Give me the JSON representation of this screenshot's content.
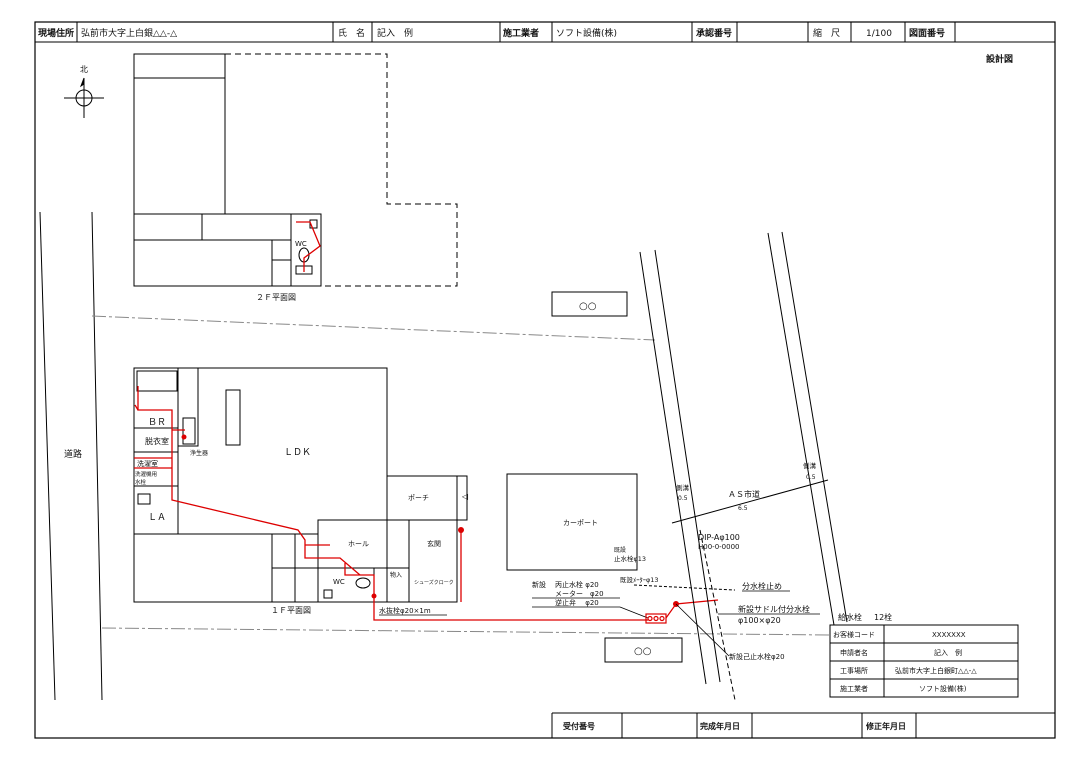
{
  "header": {
    "site_label": "現場住所",
    "site_value": "弘前市大字上白銀△△-△",
    "name_label": "氏　名",
    "name_value": "記入　例",
    "contractor_label": "施工業者",
    "contractor_value": "ソフト設備(株)",
    "approval_label": "承認番号",
    "scale_label": "縮　尺",
    "scale_value": "1/100",
    "drawing_no_label": "図面番号"
  },
  "sheet_kind": "設計図",
  "north": "北",
  "floor2": {
    "wc_label": "WC",
    "caption": "２Ｆ平面図"
  },
  "floor1": {
    "br_label": "ＢＲ",
    "dressing_label": "脱衣室",
    "water_heater_label": "浄生器",
    "laundry_label": "洗濯室",
    "laundry_tap_label1": "洗濯機用",
    "laundry_tap_label2": "水栓",
    "la_label": "ＬＡ",
    "ldk_label": "ＬＤＫ",
    "porch_label": "ポーチ",
    "hall_label": "ホール",
    "entrance_label": "玄関",
    "storage_label": "物入",
    "shoe_closet_label": "シューズクローク",
    "wc_label": "WC",
    "faucet_note": "水抜栓φ20×1m",
    "caption": "１Ｆ平面図"
  },
  "site": {
    "road_label": "道路",
    "neighbor_top": "○○",
    "neighbor_bottom": "○○",
    "carport_label": "カーポート"
  },
  "street": {
    "sidewalk_left": "側溝",
    "sidewalk_left_dim": "0.5",
    "sidewalk_right": "側溝",
    "sidewalk_right_dim": "0.5",
    "road_name": "ＡＳ市道",
    "road_width": "6.5",
    "main_pipe_1": "DIP-Aφ100",
    "main_pipe_2": "H00-0-0000",
    "existing_valve_1": "既設",
    "existing_valve_2": "止水栓φ13",
    "existing_pipe": "既設ﾒｰﾀｰφ13",
    "branch_stop": "分水栓止め",
    "new_saddle_1": "新設サドル付分水栓",
    "new_saddle_2": "φ100×φ20",
    "new_stop_valve": "新設己止水栓φ20"
  },
  "meter_notes": {
    "new_label": "新設",
    "line1": "丙止水栓 φ20",
    "line2": "メーター　φ20",
    "line3": "逆止弁　 φ20"
  },
  "info_table": {
    "heading_label": "給水栓",
    "heading_value": "12栓",
    "rows": [
      {
        "label": "お客様コード",
        "value": "XXXXXXX"
      },
      {
        "label": "申請者名",
        "value": "記入　例"
      },
      {
        "label": "工事場所",
        "value": "弘前市大字上白銀町△△-△"
      },
      {
        "label": "施工業者",
        "value": "ソフト設備(株)"
      }
    ]
  },
  "footer": {
    "reception_label": "受付番号",
    "completion_label": "完成年月日",
    "revision_label": "修正年月日"
  }
}
